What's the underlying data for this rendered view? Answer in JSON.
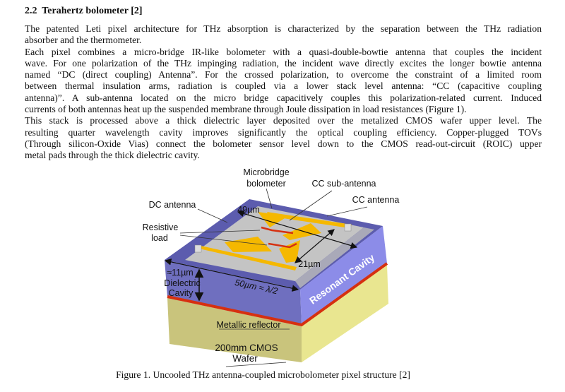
{
  "section": {
    "number": "2.2",
    "title": "Terahertz bolometer [2]"
  },
  "paragraphs": [
    {
      "lines": [
        "The patented Leti pixel architecture for THz absorption is characterized by the separation between the THz radiation",
        "absorber and the thermometer."
      ]
    },
    {
      "lines": [
        "Each pixel combines a micro-bridge IR-like bolometer with a quasi-double-bowtie antenna that couples the incident",
        "wave. For one polarization of the THz impinging radiation, the incident wave directly excites the longer bowtie antenna",
        "named “DC (direct coupling) Antenna”. For the crossed polarization, to overcome the constraint of a limited room",
        "between thermal insulation arms, radiation is coupled via a lower stack level antenna: “CC (capacitive coupling",
        "antenna)”. A sub-antenna located on the micro bridge capacitively couples this polarization-related current. Induced",
        "currents of both antennas heat up the suspended membrane through Joule dissipation in load resistances (Figure 1)."
      ]
    },
    {
      "lines": [
        "This stack is processed above a thick dielectric layer deposited over the metalized CMOS wafer upper level. The",
        "resulting quarter wavelength cavity improves significantly the optical coupling efficiency. Copper-plugged TOVs",
        "(Through silicon-Oxide Vias) connect the bolometer sensor level down to the CMOS read-out-circuit (ROIC) upper",
        "metal pads through the thick dielectric cavity."
      ]
    }
  ],
  "figure": {
    "labels": {
      "microbridge_1": "Microbridge",
      "microbridge_2": "bolometer",
      "cc_sub_antenna": "CC sub-antenna",
      "cc_antenna": "CC antenna",
      "dc_antenna": "DC antenna",
      "resistive_1": "Resistive",
      "resistive_2": "load",
      "dim_49": "49µm",
      "dim_21": "21µm",
      "dim_11": "≈11µm",
      "dielectric_1": "Dielectric",
      "dielectric_2": "Cavity",
      "dim_50": "50µm ≈ λ/2",
      "resonant": "Resonant Cavity",
      "reflector": "Metallic reflector",
      "wafer_1": "200mm CMOS",
      "wafer_2": "Wafer"
    },
    "caption": "Figure 1. Uncooled THz antenna-coupled microbolometer pixel structure [2]",
    "colors": {
      "cavity_top": "#5c5cae",
      "cavity_left": "#6f6fbf",
      "cavity_right": "#8c8ce8",
      "reflector": "#d63010",
      "wafer_left": "#c9c47c",
      "wafer_right": "#e9e690",
      "antenna": "#f5b800",
      "membrane": "#c4c4c4"
    }
  }
}
